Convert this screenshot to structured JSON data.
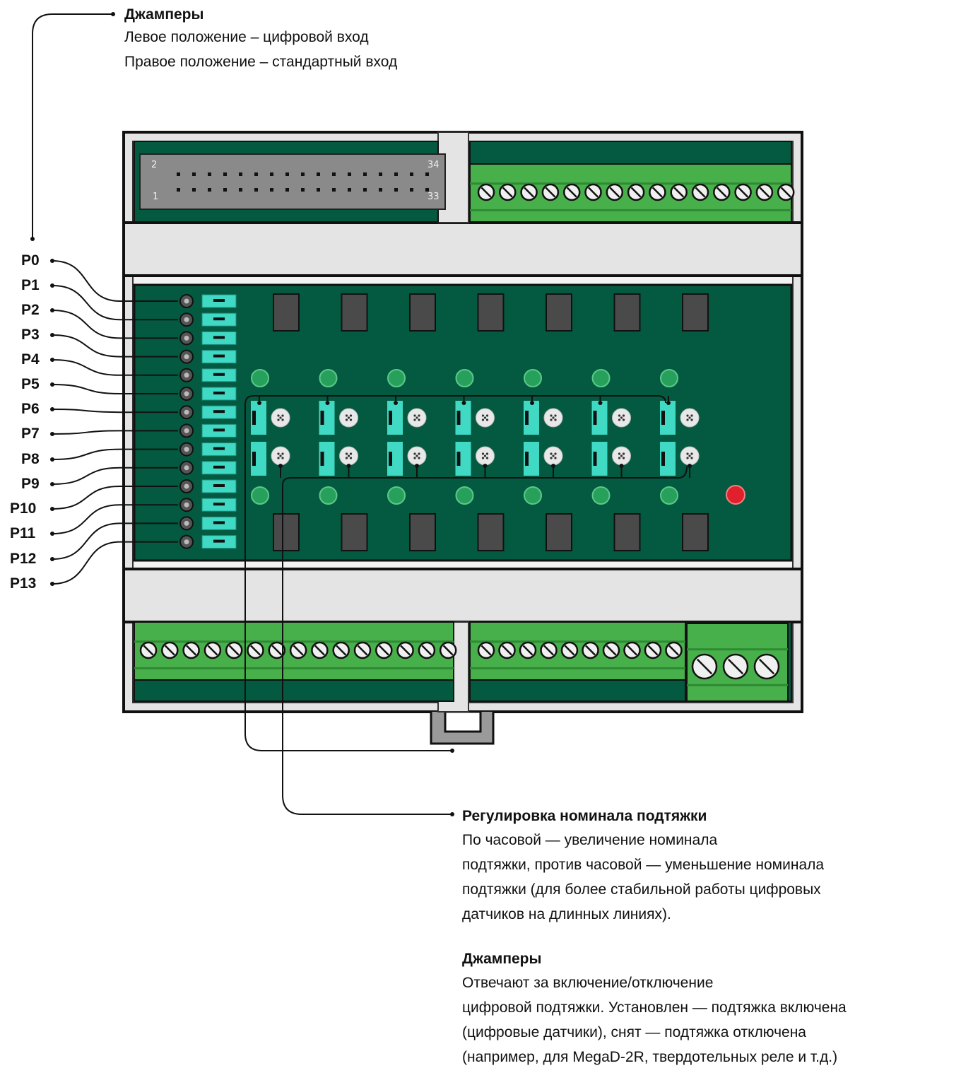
{
  "annotations": {
    "top_jumpers": {
      "title": "Джамперы",
      "lines": [
        "Левое положение – цифровой вход",
        "Правое положение – стандартный вход"
      ]
    },
    "pullup_adjust": {
      "title": "Регулировка номинала подтяжки",
      "lines": [
        "По часовой — увеличение номинала",
        "подтяжки, против часовой — уменьшение номинала",
        "подтяжки (для более стабильной работы цифровых",
        "датчиков на длинных линиях)."
      ]
    },
    "pullup_jumpers": {
      "title": "Джамперы",
      "lines": [
        "Отвечают за включение/отключение",
        "цифровой подтяжки. Установлен — подтяжка включена",
        "(цифровые датчики), снят — подтяжка отключена",
        "(например, для MegaD-2R, твердотельных реле и т.д.)"
      ]
    }
  },
  "port_labels": [
    "P0",
    "P1",
    "P2",
    "P3",
    "P4",
    "P5",
    "P6",
    "P7",
    "P8",
    "P9",
    "P10",
    "P11",
    "P12",
    "P13"
  ],
  "ribbon_connector": {
    "pin_top_left": "2",
    "pin_top_right": "34",
    "pin_bottom_left": "1",
    "pin_bottom_right": "33"
  },
  "colors": {
    "pcb": "#045a40",
    "terminal_green": "#48b04a",
    "jumper_cyan": "#3fd9c4",
    "enclosure_grey": "#e4e4e4",
    "relay_grey": "#4a4a4a",
    "led_green": "#27a05c",
    "led_red": "#e0202c"
  }
}
